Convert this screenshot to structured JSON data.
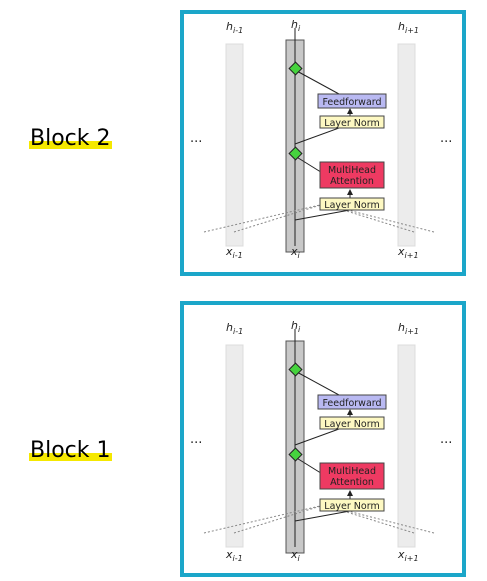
{
  "blocks": [
    {
      "label": "Block 2",
      "col_top_left": "h",
      "col_top_left_sub": "i-1",
      "col_top_mid": "h",
      "col_top_mid_sub": "i",
      "col_top_right": "h",
      "col_top_right_sub": "i+1",
      "col_bot_left": "x",
      "col_bot_left_sub": "i-1",
      "col_bot_mid": "x",
      "col_bot_mid_sub": "i",
      "col_bot_right": "x",
      "col_bot_right_sub": "i+1",
      "ellipsis_left": "...",
      "ellipsis_right": "...",
      "feedforward": "Feedforward",
      "layer_norm_top": "Layer Norm",
      "attention_line1": "MultiHead",
      "attention_line2": "Attention",
      "layer_norm_bottom": "Layer Norm"
    },
    {
      "label": "Block 1",
      "col_top_left": "h",
      "col_top_left_sub": "i-1",
      "col_top_mid": "h",
      "col_top_mid_sub": "i",
      "col_top_right": "h",
      "col_top_right_sub": "i+1",
      "col_bot_left": "x",
      "col_bot_left_sub": "i-1",
      "col_bot_mid": "x",
      "col_bot_mid_sub": "i",
      "col_bot_right": "x",
      "col_bot_right_sub": "i+1",
      "ellipsis_left": "...",
      "ellipsis_right": "...",
      "feedforward": "Feedforward",
      "layer_norm_top": "Layer Norm",
      "attention_line1": "MultiHead",
      "attention_line2": "Attention",
      "layer_norm_bottom": "Layer Norm"
    }
  ],
  "colors": {
    "panel_border": "#1ba6c9",
    "feedforward": "#b9b9f2",
    "layer_norm": "#fdf8c2",
    "attention": "#ee3a62",
    "residual_add": "#46d33e",
    "main_column": "#c8c8c8",
    "side_column": "#ececec",
    "highlight": "#f5e800"
  }
}
